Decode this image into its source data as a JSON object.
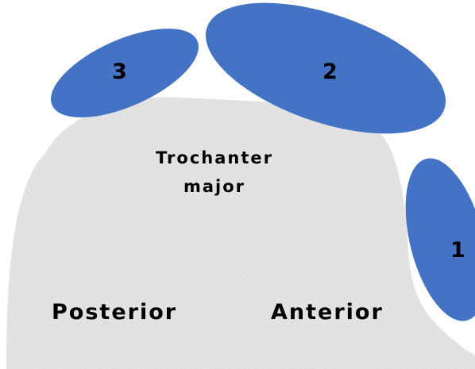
{
  "colors": {
    "bursa_fill": "#4472C4",
    "bone_fill": "#e9e9e9",
    "text": "#000000",
    "background": "#ffffff"
  },
  "bursae": [
    {
      "label": "1"
    },
    {
      "label": "2"
    },
    {
      "label": "3"
    }
  ],
  "bone": {
    "title_line1": "Trochanter",
    "title_line2": "major"
  },
  "orientation": {
    "posterior": "Posterior",
    "anterior": "Anterior"
  }
}
